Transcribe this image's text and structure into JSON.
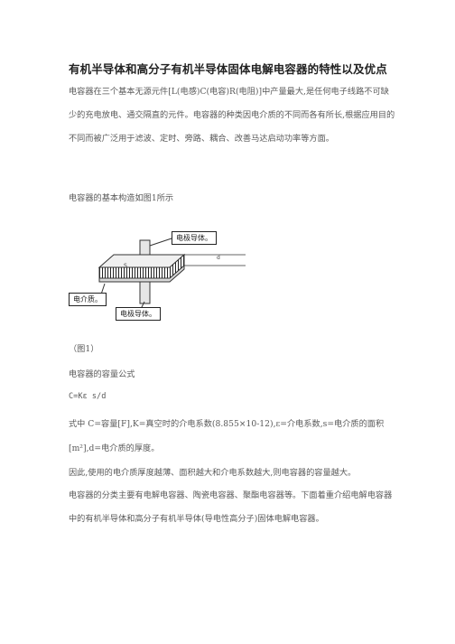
{
  "document": {
    "title": "有机半导体和高分子有机半导体固体电解电容器的特性以及优点",
    "intro": "电容器在三个基本无源元件[L(电感)C(电容)R(电阻)]中产量最大,是任何电子线路不可缺少的充电放电、通交隔直的元件。电容器的种类因电介质的不同而各有所长,根据应用目的不同而被广泛用于滤波、定时、旁路、耦合、改善马达启动功率等方面。",
    "structure_intro": "电容器的基本构造如图1所示",
    "figure": {
      "label_electrode_top": "电极导体。",
      "label_dielectric": "电介质。",
      "label_electrode_bottom": "电极导体。",
      "label_s": "S",
      "label_d": "d",
      "caption": "（图1）"
    },
    "formula_heading": "电容器的容量公式",
    "formula": "C=Kε s/d",
    "formula_explain_1": "式中 C=容量[F],K=真空时的介电系数(8.855×10-12),ε=介电系数,s=电介质的面积",
    "formula_explain_2": "[m²],d=电介质的厚度。",
    "conclusion": "因此,使用的电介质厚度越薄、面积越大和介电系数越大,则电容器的容量越大。",
    "classification": "电容器的分类主要有电解电容器、陶瓷电容器、聚酯电容器等。下面着重介绍电解电容器中的有机半导体和高分子有机半导体(导电性高分子)固体电解电容器。"
  }
}
